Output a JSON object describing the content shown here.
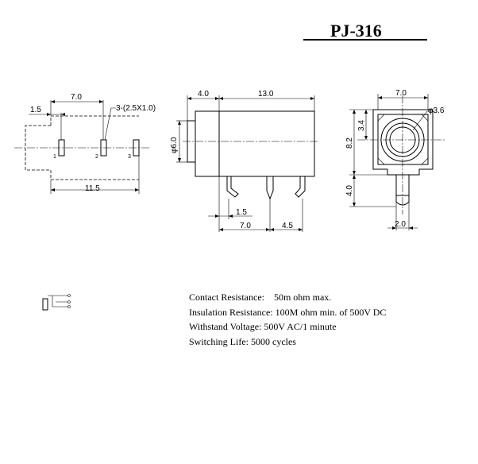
{
  "title": "PJ-316",
  "dimensions": {
    "top_1_5": "1.5",
    "top_7_0": "7.0",
    "pad_callout": "3-(2.5X1.0)",
    "top_11_5": "11.5",
    "side_4_0": "4.0",
    "side_13_0": "13.0",
    "side_dia_6_0": "φ6.0",
    "side_1_5": "1.5",
    "side_7_0": "7.0",
    "side_4_5": "4.5",
    "front_7_0": "7.0",
    "front_dia_3_6": "φ3.6",
    "front_3_4": "3.4",
    "front_8_2": "8.2",
    "front_4_0": "4.0",
    "front_2_0": "2.0"
  },
  "pins": [
    "1",
    "2",
    "3"
  ],
  "specs": [
    "Contact Resistance:    50m ohm max.",
    "Insulation Resistance: 100M ohm min. of 500V DC",
    "Withstand Voltage: 500V AC/1 minute",
    "Switching Life: 5000 cycles"
  ]
}
